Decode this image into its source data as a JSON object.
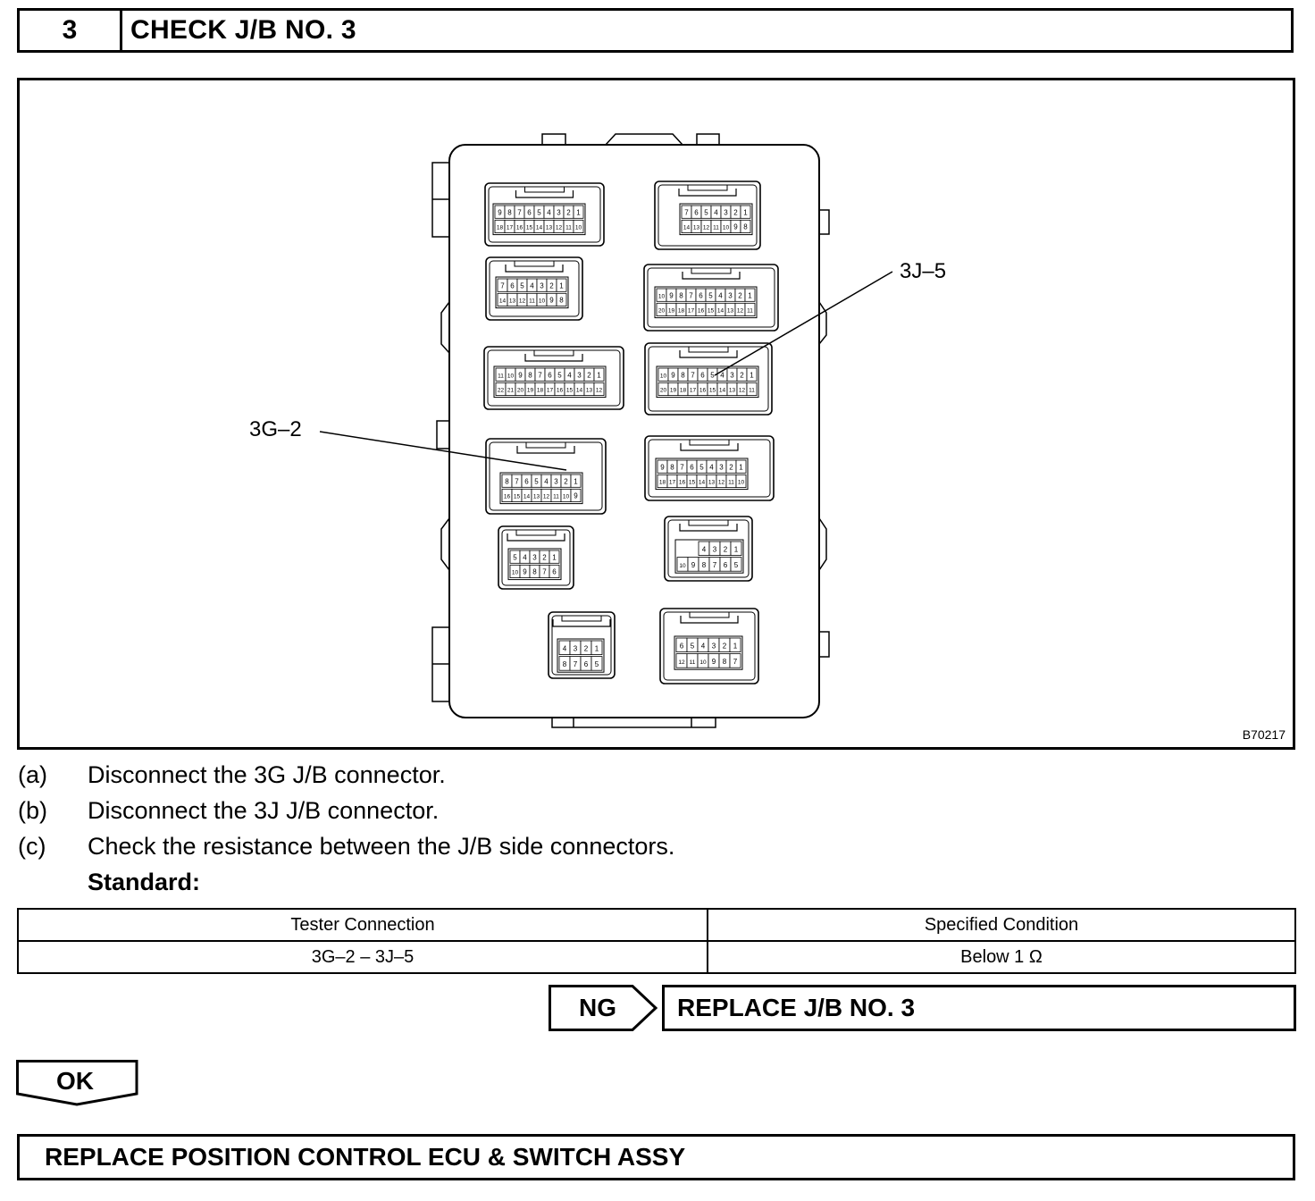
{
  "header": {
    "step_number": "3",
    "title": "CHECK J/B NO. 3"
  },
  "figure": {
    "code": "B70217",
    "callout_right": "3J–5",
    "callout_left": "3G–2",
    "connectors": {
      "c1": {
        "top": [
          "9",
          "8",
          "7",
          "6",
          "5",
          "4",
          "3",
          "2",
          "1"
        ],
        "bottom": [
          "18",
          "17",
          "16",
          "15",
          "14",
          "13",
          "12",
          "11",
          "10"
        ]
      },
      "c2": {
        "top": [
          "7",
          "6",
          "5",
          "4",
          "3",
          "2",
          "1"
        ],
        "bottom": [
          "14",
          "13",
          "12",
          "11",
          "10",
          "9",
          "8"
        ]
      },
      "c3": {
        "top": [
          "7",
          "6",
          "5",
          "4",
          "3",
          "2",
          "1"
        ],
        "bottom": [
          "14",
          "13",
          "12",
          "11",
          "10",
          "9",
          "8"
        ]
      },
      "c4": {
        "top": [
          "10",
          "9",
          "8",
          "7",
          "6",
          "5",
          "4",
          "3",
          "2",
          "1"
        ],
        "bottom": [
          "20",
          "19",
          "18",
          "17",
          "16",
          "15",
          "14",
          "13",
          "12",
          "11"
        ]
      },
      "c5": {
        "top": [
          "11",
          "10",
          "9",
          "8",
          "7",
          "6",
          "5",
          "4",
          "3",
          "2",
          "1"
        ],
        "bottom": [
          "22",
          "21",
          "20",
          "19",
          "18",
          "17",
          "16",
          "15",
          "14",
          "13",
          "12"
        ]
      },
      "c6": {
        "top": [
          "10",
          "9",
          "8",
          "7",
          "6",
          "5",
          "4",
          "3",
          "2",
          "1"
        ],
        "bottom": [
          "20",
          "19",
          "18",
          "17",
          "16",
          "15",
          "14",
          "13",
          "12",
          "11"
        ]
      },
      "c7": {
        "top": [
          "8",
          "7",
          "6",
          "5",
          "4",
          "3",
          "2",
          "1"
        ],
        "bottom": [
          "16",
          "15",
          "14",
          "13",
          "12",
          "11",
          "10",
          "9"
        ]
      },
      "c8": {
        "top": [
          "9",
          "8",
          "7",
          "6",
          "5",
          "4",
          "3",
          "2",
          "1"
        ],
        "bottom": [
          "18",
          "17",
          "16",
          "15",
          "14",
          "13",
          "12",
          "11",
          "10"
        ]
      },
      "c9": {
        "top": [
          "5",
          "4",
          "3",
          "2",
          "1"
        ],
        "bottom": [
          "10",
          "9",
          "8",
          "7",
          "6"
        ]
      },
      "c10": {
        "top": [
          "4",
          "3",
          "2",
          "1"
        ],
        "bottom": [
          "10",
          "9",
          "8",
          "7",
          "6",
          "5"
        ]
      },
      "c11": {
        "top": [
          "4",
          "3",
          "2",
          "1"
        ],
        "bottom": [
          "8",
          "7",
          "6",
          "5"
        ]
      },
      "c12": {
        "top": [
          "6",
          "5",
          "4",
          "3",
          "2",
          "1"
        ],
        "bottom": [
          "12",
          "11",
          "10",
          "9",
          "8",
          "7"
        ]
      }
    }
  },
  "steps": [
    {
      "letter": "(a)",
      "text": "Disconnect the 3G J/B connector."
    },
    {
      "letter": "(b)",
      "text": "Disconnect the 3J J/B connector."
    },
    {
      "letter": "(c)",
      "text": "Check the resistance between the J/B side connectors."
    }
  ],
  "standard_label": "Standard:",
  "table": {
    "headers": [
      "Tester Connection",
      "Specified Condition"
    ],
    "rows": [
      [
        "3G–2 – 3J–5",
        "Below 1 Ω"
      ]
    ]
  },
  "ng": {
    "label": "NG",
    "result": "REPLACE J/B NO. 3"
  },
  "ok": {
    "label": "OK"
  },
  "final": "REPLACE POSITION CONTROL ECU & SWITCH ASSY"
}
